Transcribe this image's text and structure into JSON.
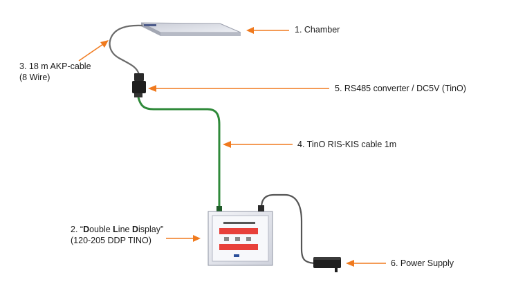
{
  "labels": {
    "chamber": "1. Chamber",
    "akp_cable_line1": "3. 18 m AKP-cable",
    "akp_cable_line2": "(8 Wire)",
    "converter": "5. RS485 converter / DC5V (TinO)",
    "tino_cable": "4. TinO RIS-KIS cable 1m",
    "display_line1_prefix": "2. “",
    "display_line1_D1": "D",
    "display_line1_mid1": "ouble ",
    "display_line1_L": "L",
    "display_line1_mid2": "ine ",
    "display_line1_D2": "D",
    "display_line1_end": "isplay”",
    "display_line2": "(120-205 DDP TINO)",
    "power_supply": "6. Power Supply"
  },
  "colors": {
    "arrow": "#f07a1e",
    "green_cable": "#2f8a3a",
    "grey_cable": "#555555",
    "display_red": "#e8403a",
    "device_body": "#e6e8ee"
  }
}
